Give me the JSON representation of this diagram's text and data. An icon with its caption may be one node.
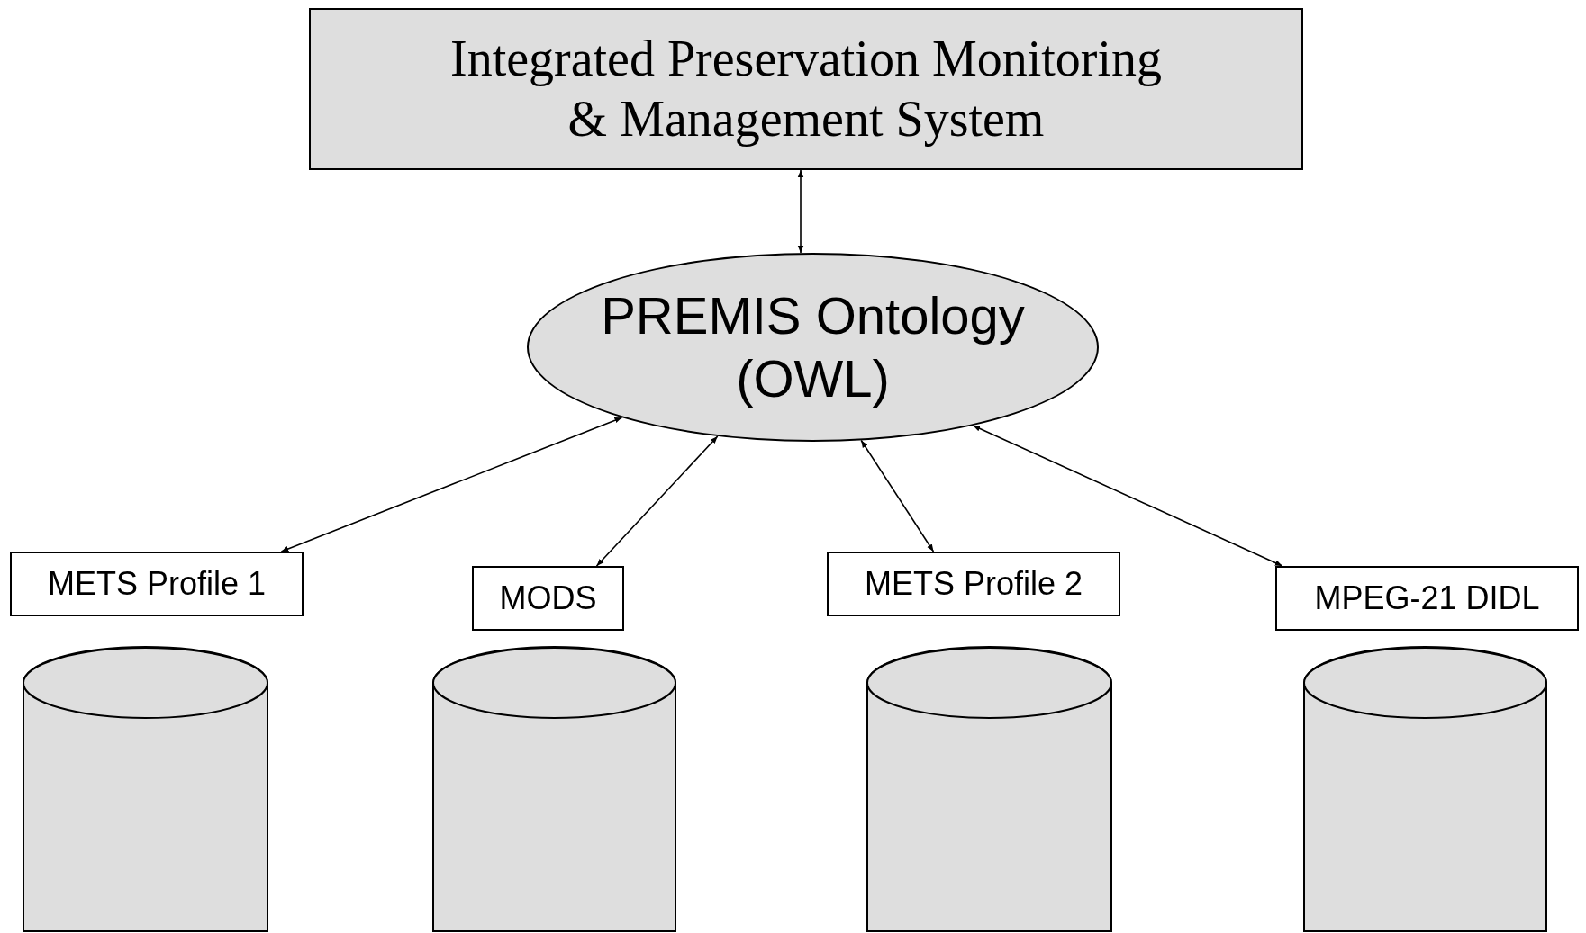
{
  "diagram": {
    "nodes": [
      {
        "text": [
          "Integrated Preservation Monitoring & Management System"
        ]
      },
      {
        "text": [
          "PREMIS Ontology (OWL)"
        ]
      },
      {
        "text": [
          "METS Profile 1"
        ]
      },
      {
        "text": [
          "MODS"
        ]
      },
      {
        "text": [
          "METS Profile 2"
        ]
      },
      {
        "text": [
          "MPEG-21 DIDL"
        ]
      },
      {
        "text": [],
        "shape": "cylinder"
      },
      {
        "text": [],
        "shape": "cylinder"
      },
      {
        "text": [],
        "shape": "cylinder"
      },
      {
        "text": [],
        "shape": "cylinder"
      }
    ],
    "edges": [
      {
        "from": 0,
        "to": 1,
        "arrow": "both"
      },
      {
        "from": 1,
        "to": 2,
        "arrow": "both"
      },
      {
        "from": 1,
        "to": 3,
        "arrow": "both"
      },
      {
        "from": 1,
        "to": 4,
        "arrow": "both"
      },
      {
        "from": 1,
        "to": 5,
        "arrow": "both"
      }
    ]
  }
}
